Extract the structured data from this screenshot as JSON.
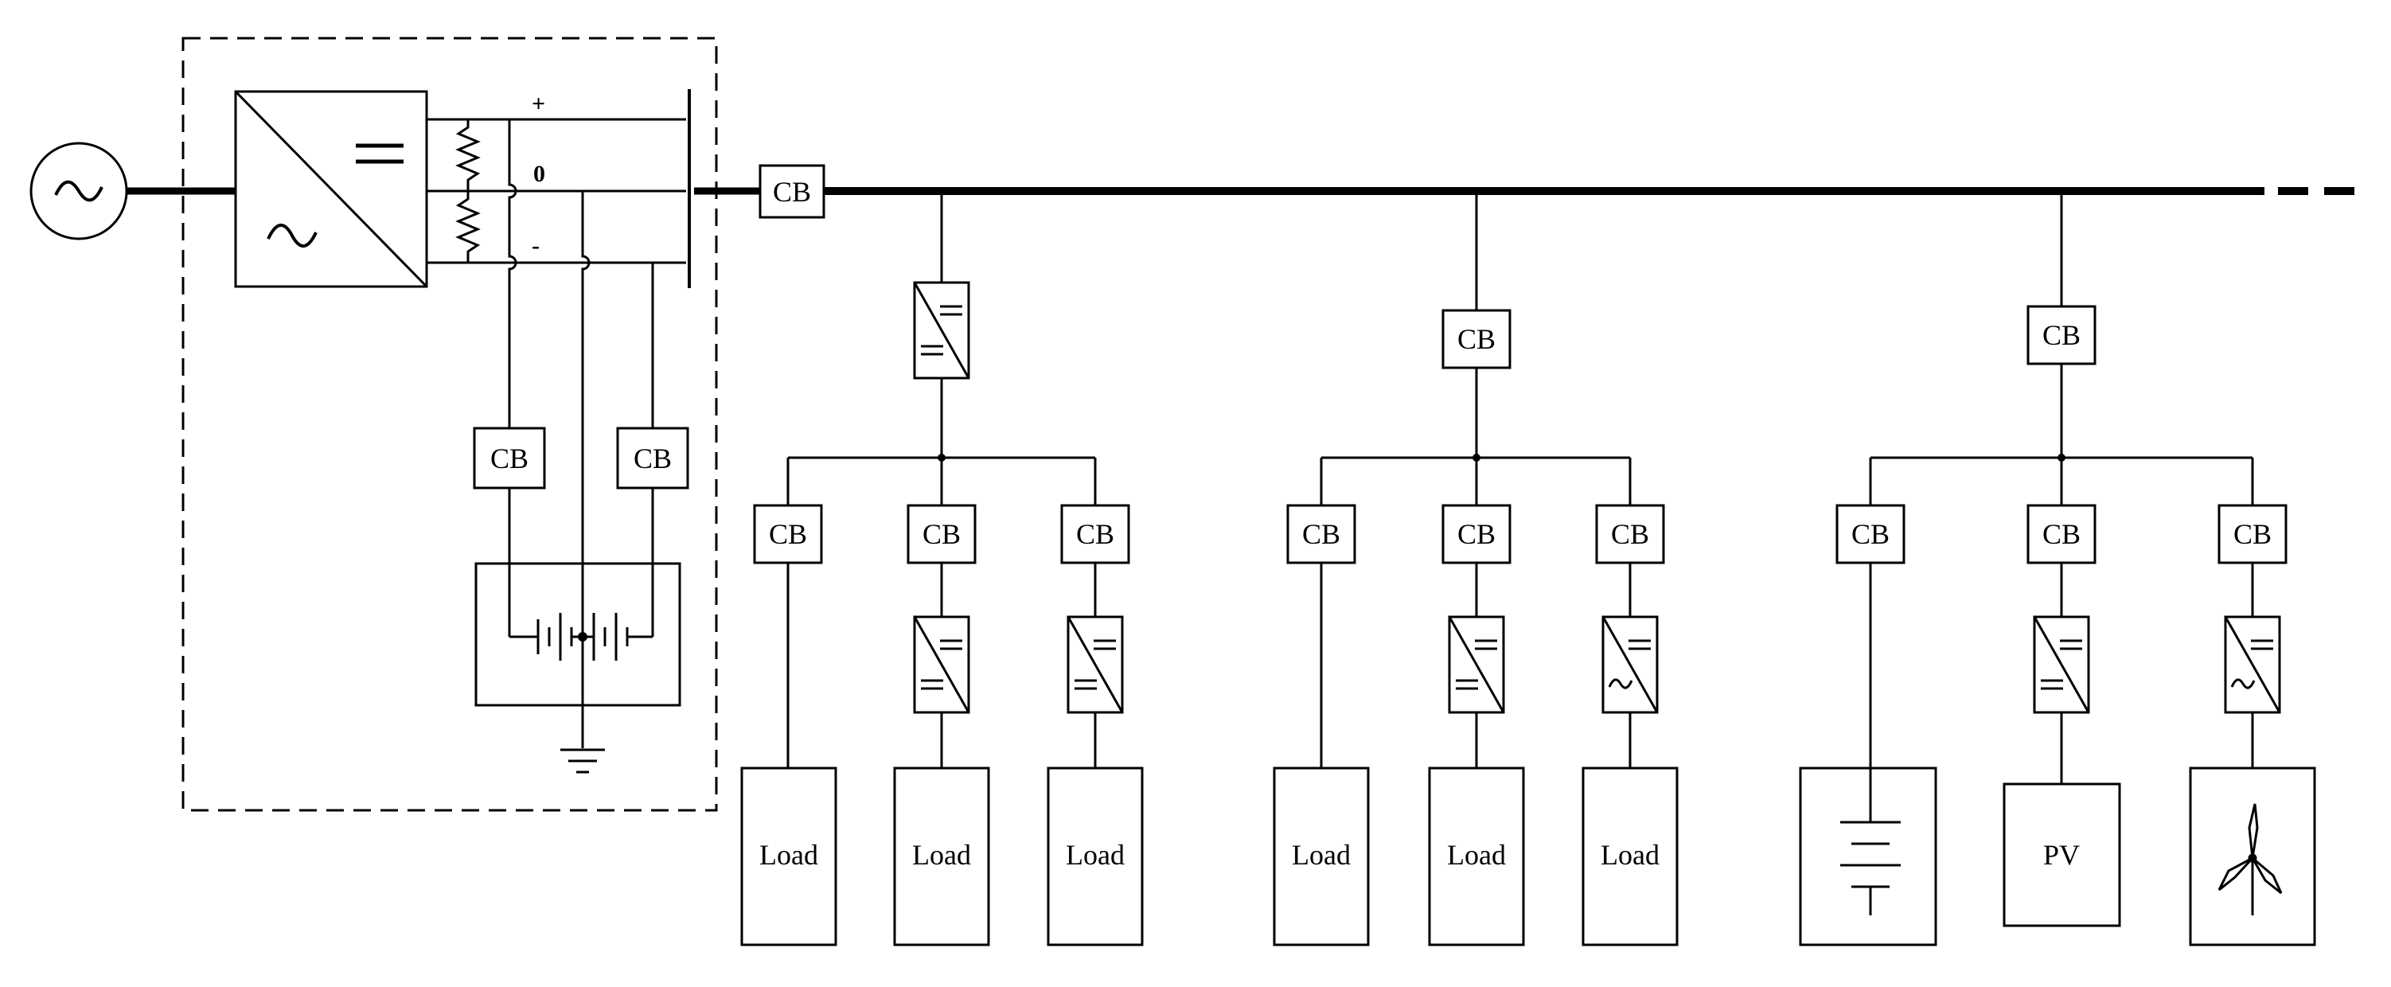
{
  "colors": {
    "stroke": "#000000",
    "background": "#ffffff"
  },
  "labels": {
    "cb": "CB",
    "load": "Load",
    "pv": "PV",
    "plus": "+",
    "zero": "0",
    "minus": "-"
  },
  "icons": {
    "source": "ac-source-icon",
    "main_converter": "ac-dc-converter-icon",
    "dc_dc": "dc-dc-converter-icon",
    "dc_ac": "dc-ac-converter-icon",
    "battery": "battery-icon",
    "ground": "ground-icon",
    "wind": "wind-turbine-icon",
    "resistor": "resistor-icon"
  },
  "feeders": [
    {
      "id": "feeder-1",
      "top_device": "dc-dc-converter",
      "branches": [
        {
          "breaker": "CB",
          "converter": "none",
          "end": "Load"
        },
        {
          "breaker": "CB",
          "converter": "dc-dc",
          "end": "Load"
        },
        {
          "breaker": "CB",
          "converter": "dc-dc",
          "end": "Load"
        }
      ]
    },
    {
      "id": "feeder-2",
      "top_device": "CB",
      "branches": [
        {
          "breaker": "CB",
          "converter": "none",
          "end": "Load"
        },
        {
          "breaker": "CB",
          "converter": "dc-dc",
          "end": "Load"
        },
        {
          "breaker": "CB",
          "converter": "dc-ac",
          "end": "Load"
        }
      ]
    },
    {
      "id": "feeder-3",
      "top_device": "CB",
      "branches": [
        {
          "breaker": "CB",
          "converter": "none",
          "end": "battery"
        },
        {
          "breaker": "CB",
          "converter": "dc-dc",
          "end": "PV"
        },
        {
          "breaker": "CB",
          "converter": "dc-ac",
          "end": "wind-turbine"
        }
      ]
    }
  ]
}
